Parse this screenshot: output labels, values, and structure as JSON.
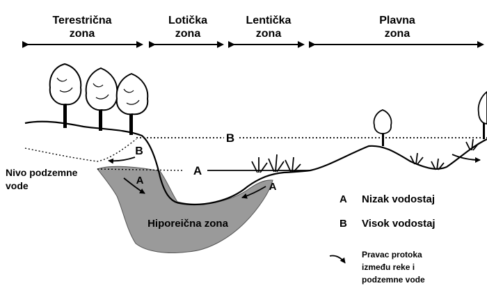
{
  "zones": {
    "terrestrial": [
      "Terestrična",
      "zona"
    ],
    "lotic": [
      "Lotička",
      "zona"
    ],
    "lentic": [
      "Lentička",
      "zona"
    ],
    "floodplain": [
      "Plavna",
      "zona"
    ]
  },
  "labels": {
    "groundwater": [
      "Nivo podzemne",
      "vode"
    ],
    "hyporheic": "Hiporeična zona",
    "level_a": "A",
    "level_b": "B"
  },
  "legend": {
    "a_key": "A",
    "a_text": "Nizak vodostaj",
    "b_key": "B",
    "b_text": "Visok vodostaj",
    "arrow_text": [
      "Pravac protoka",
      "između reke i",
      "podzemne vode"
    ]
  },
  "colors": {
    "ink": "#000000",
    "hyporheic_fill": "#9a9a9a",
    "background": "#ffffff"
  }
}
